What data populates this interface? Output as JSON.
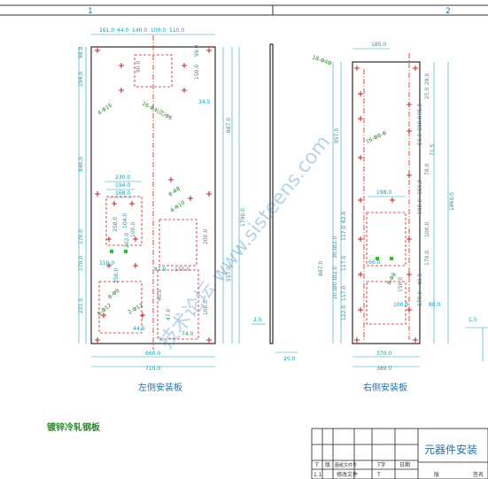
{
  "frame": {
    "zone_1": "1",
    "zone_2": "2"
  },
  "left_panel": {
    "caption": "左侧安装板",
    "dims_top": [
      "161.0",
      "44.0",
      "140.0",
      "100.0",
      "110.0"
    ],
    "dims_left": [
      "98.0",
      "194.0",
      "840.0",
      "170.0",
      "170.0",
      "221.5"
    ],
    "dims_right": [
      "99.0",
      "150.0",
      "887.0",
      "1790.0",
      "200.0",
      "557.0",
      "100.0"
    ],
    "dims_inner": [
      "230.0",
      "194.0",
      "168.0",
      "258.0",
      "202.0",
      "100.0",
      "104.0",
      "250.0",
      "150.0",
      "87.0",
      "150.0",
      "47.0",
      "40.0",
      "74.0",
      "44.0",
      "34.5",
      "90.0"
    ],
    "hole_notes": [
      "4-Φ16",
      "16-Φ4(沉)Φ6",
      "8-Φ8",
      "4-Φ10",
      "8-Φ8",
      "8-Φ12",
      "2-Φ12"
    ],
    "dims_bottom": [
      "660.0",
      "710.0"
    ]
  },
  "side_view": {
    "thickness": "2.5",
    "width": "20.0"
  },
  "right_panel": {
    "caption": "右侧安装板",
    "dims_top": [
      "185.0"
    ],
    "hole_notes": [
      "18-Φ4Φ",
      "16-Φ8-Φ",
      "8-Φ8"
    ],
    "dims_left": [
      "957.0",
      "62.0",
      "117.0",
      "32.0",
      "30.0",
      "117.0",
      "32.0",
      "30.0",
      "887.0",
      "20.0",
      "117.0",
      "122.0"
    ],
    "dims_right": [
      "29.0",
      "25.0",
      "95.0",
      "100.0",
      "56.0",
      "71.5",
      "78.0",
      "150.0",
      "100.0",
      "100.0",
      "170.0",
      "40.0",
      "170.0",
      "1860.0"
    ],
    "dims_inner": [
      "198.0",
      "66.0",
      "100.0",
      "80.0",
      "150.0"
    ],
    "dims_bottom": [
      "370.0",
      "389.0"
    ]
  },
  "edge_marks": {
    "thickness": "1.5"
  },
  "material_note": "镀锌冷轧钢板",
  "title_block": {
    "title": "元器件安装",
    "row1": [
      "T",
      "版",
      "图纸文件号",
      "T字",
      "日期"
    ],
    "row2": [
      "1.1",
      "修改文件",
      "T"
    ],
    "misc": [
      "版",
      "签名"
    ]
  },
  "watermark": "技术论坛 www.sisteens.com"
}
